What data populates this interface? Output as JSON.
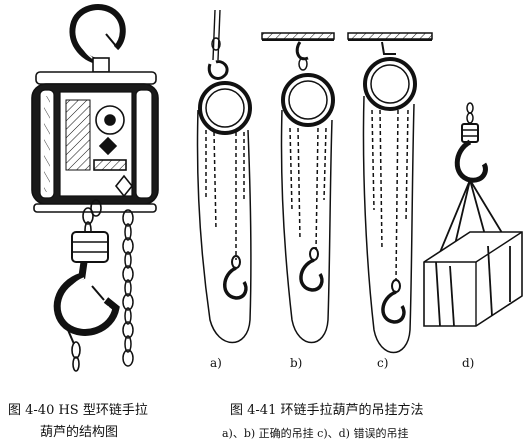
{
  "figure_440": {
    "caption_line1": "图 4-40   HS 型环链手拉",
    "caption_line2": "葫芦的结构图"
  },
  "figure_441": {
    "caption_title": "图 4-41   环链手拉葫芦的吊挂方法",
    "caption_detail": "a)、b) 正确的吊挂   c)、d) 错误的吊挂",
    "panels": [
      {
        "label": "a)"
      },
      {
        "label": "b)"
      },
      {
        "label": "c)"
      },
      {
        "label": "d)"
      }
    ]
  },
  "colors": {
    "ink": "#111111",
    "dark_fill": "#1a1a1a",
    "paper": "#ffffff"
  }
}
